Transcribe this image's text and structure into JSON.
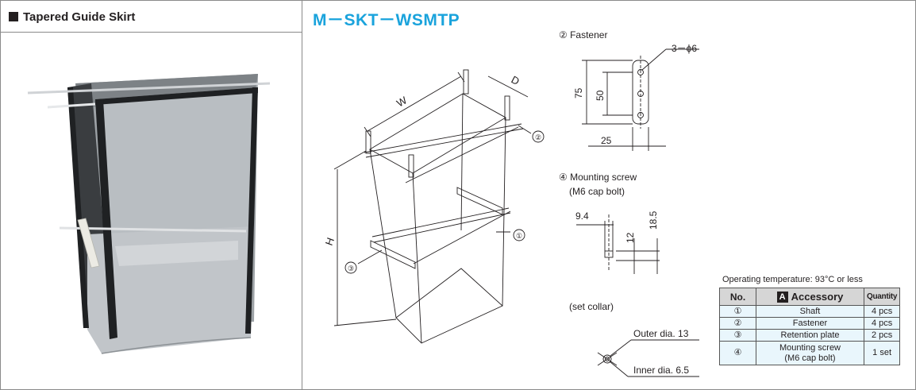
{
  "left_panel": {
    "title": "Tapered Guide Skirt"
  },
  "right_panel": {
    "model_code": "M－SKT－WSMTP"
  },
  "drawing": {
    "dim_w": "W",
    "dim_d": "D",
    "dim_h": "H",
    "callouts": [
      "①",
      "②",
      "③"
    ]
  },
  "fastener": {
    "caption": "② Fastener",
    "hole_note": "3－ϕ6",
    "dim_75": "75",
    "dim_50": "50",
    "dim_25": "25"
  },
  "screw": {
    "caption": "④ Mounting screw",
    "caption_sub": "(M6 cap bolt)",
    "dim_9_4": "9.4",
    "dim_12": "12",
    "dim_18_5": "18.5"
  },
  "collar": {
    "caption": "(set collar)",
    "outer": "Outer dia. 13",
    "inner": "Inner dia. 6.5"
  },
  "accessory": {
    "temp_note": "Operating temperature: 93°C or less",
    "header_no": "No.",
    "header_badge": "A",
    "header_accessory": "Accessory",
    "header_qty": "Quantity",
    "rows": [
      {
        "no": "①",
        "name": "Shaft",
        "qty": "4 pcs"
      },
      {
        "no": "②",
        "name": "Fastener",
        "qty": "4 pcs"
      },
      {
        "no": "③",
        "name": "Retention plate",
        "qty": "2 pcs"
      },
      {
        "no": "④",
        "name": "Mounting screw",
        "name2": "(M6 cap bolt)",
        "qty": "1 set"
      }
    ]
  },
  "colors": {
    "accent": "#1aa3dc",
    "skirt_gray": "#b7bcc0",
    "table_cell": "#e9f6fc",
    "table_head": "#d6d6d6"
  }
}
